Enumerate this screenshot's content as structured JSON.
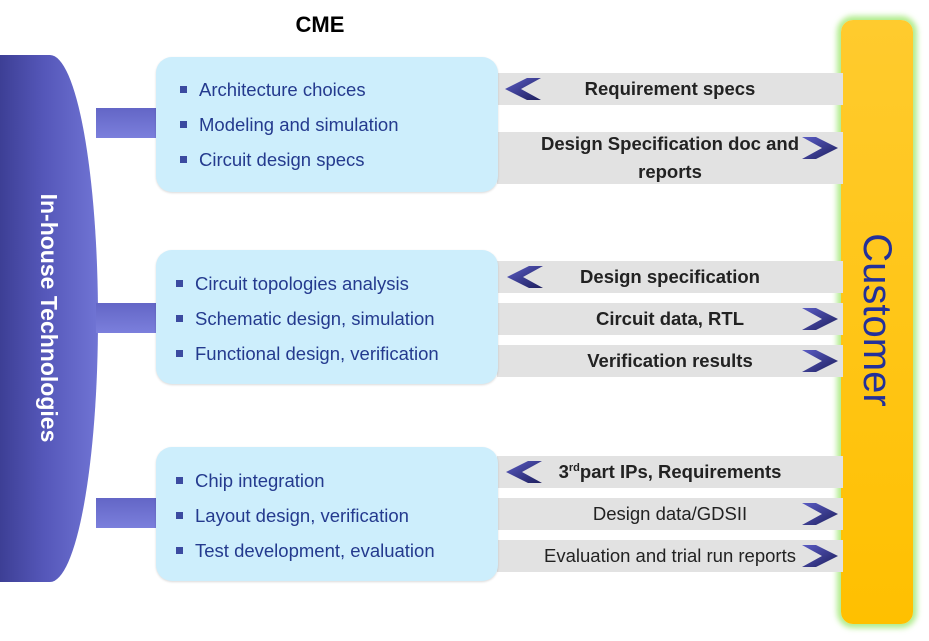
{
  "title": "CME",
  "left_label": "In-house Technologies",
  "right_label": "Customer",
  "groups": [
    {
      "items": [
        "Architecture choices",
        "Modeling and simulation",
        "Circuit design specs"
      ],
      "flows": [
        {
          "text": "Requirement specs",
          "direction": "to-cme"
        },
        {
          "text": "Design Specification doc and reports",
          "direction": "to-customer"
        }
      ]
    },
    {
      "items": [
        "Circuit topologies analysis",
        "Schematic design, simulation",
        "Functional design, verification"
      ],
      "flows": [
        {
          "text": "Design specification",
          "direction": "to-cme"
        },
        {
          "text": "Circuit data, RTL",
          "direction": "to-customer"
        },
        {
          "text": "Verification results",
          "direction": "to-customer"
        }
      ]
    },
    {
      "items": [
        "Chip integration",
        "Layout design, verification",
        "Test development, evaluation"
      ],
      "flows": [
        {
          "text_prefix": "3",
          "text_sup": "rd",
          "text_suffix": " part IPs, Requirements",
          "direction": "to-cme"
        },
        {
          "text": "Design data/GDSII",
          "direction": "to-customer"
        },
        {
          "text": "Evaluation and trial run reports",
          "direction": "to-customer"
        }
      ]
    }
  ],
  "colors": {
    "oval": "#5557b9",
    "box": "#cdeefc",
    "band": "#e2e2e2",
    "customer": "#ffc000",
    "chevron": "#2e2f7a",
    "text_blue": "#243a8e"
  }
}
